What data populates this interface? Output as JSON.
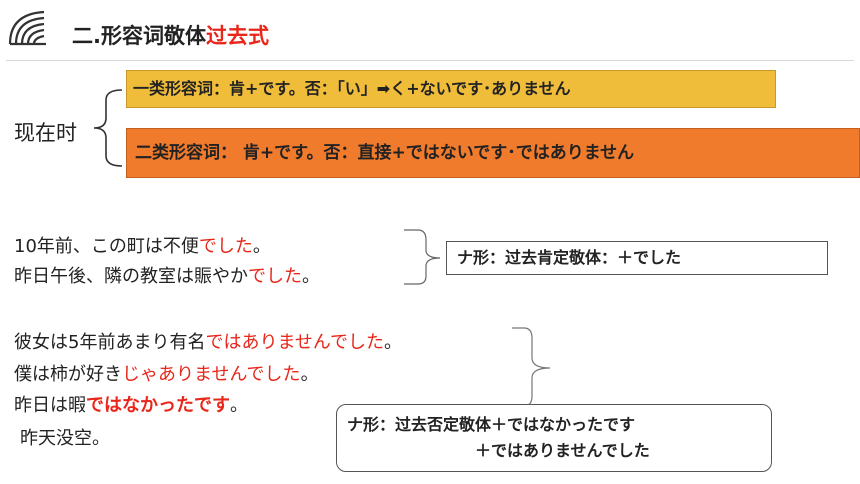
{
  "header": {
    "title_black": "二.形容词敬体",
    "title_red": "过去式",
    "colors": {
      "accent_red": "#e8261a",
      "box1_fill": "#f0bd3a",
      "box2_fill": "#f07b2c"
    },
    "logo_icon": "stacked-lines-logo-icon"
  },
  "present": {
    "label": "现在时",
    "box1": "一类形容词：肯+です。否：「い」➡く+ないです･ありません",
    "box2": "二类形容词： 肯+です。否：直接+ではないです･ではありません"
  },
  "group1": {
    "sentences": [
      {
        "black": "10年前、この町は不便",
        "red": "でした",
        "end": "。"
      },
      {
        "black": "昨日午後、隣の教室は賑やか",
        "red": "でした",
        "end": "。"
      }
    ],
    "summary": "ナ形：过去肯定敬体：＋でした"
  },
  "group2": {
    "sentences": [
      {
        "black": "彼女は5年前あまり有名",
        "red": "ではありませんでした",
        "end": "。"
      },
      {
        "black": "僕は柿が好き",
        "red": "じゃありませんでした",
        "end": "。"
      },
      {
        "black": "昨日は暇",
        "red": "ではなかったです",
        "end": "。"
      }
    ],
    "translation": "昨天没空。",
    "summary_line1": "ナ形：过去否定敬体＋ではなかったです",
    "summary_line2": "＋ではありませんでした"
  }
}
